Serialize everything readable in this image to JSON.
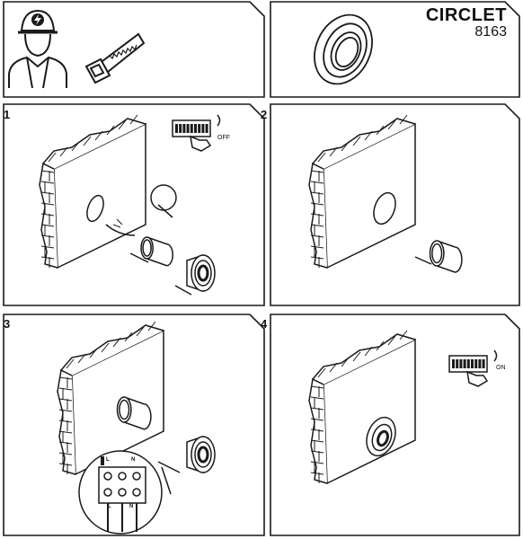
{
  "product": {
    "name": "CIRCLET",
    "code": "8163"
  },
  "steps": [
    {
      "number": "1",
      "switch_label": "OFF"
    },
    {
      "number": "2"
    },
    {
      "number": "3",
      "terminals": [
        "L",
        "N"
      ]
    },
    {
      "number": "4",
      "switch_label": "ON"
    }
  ]
}
